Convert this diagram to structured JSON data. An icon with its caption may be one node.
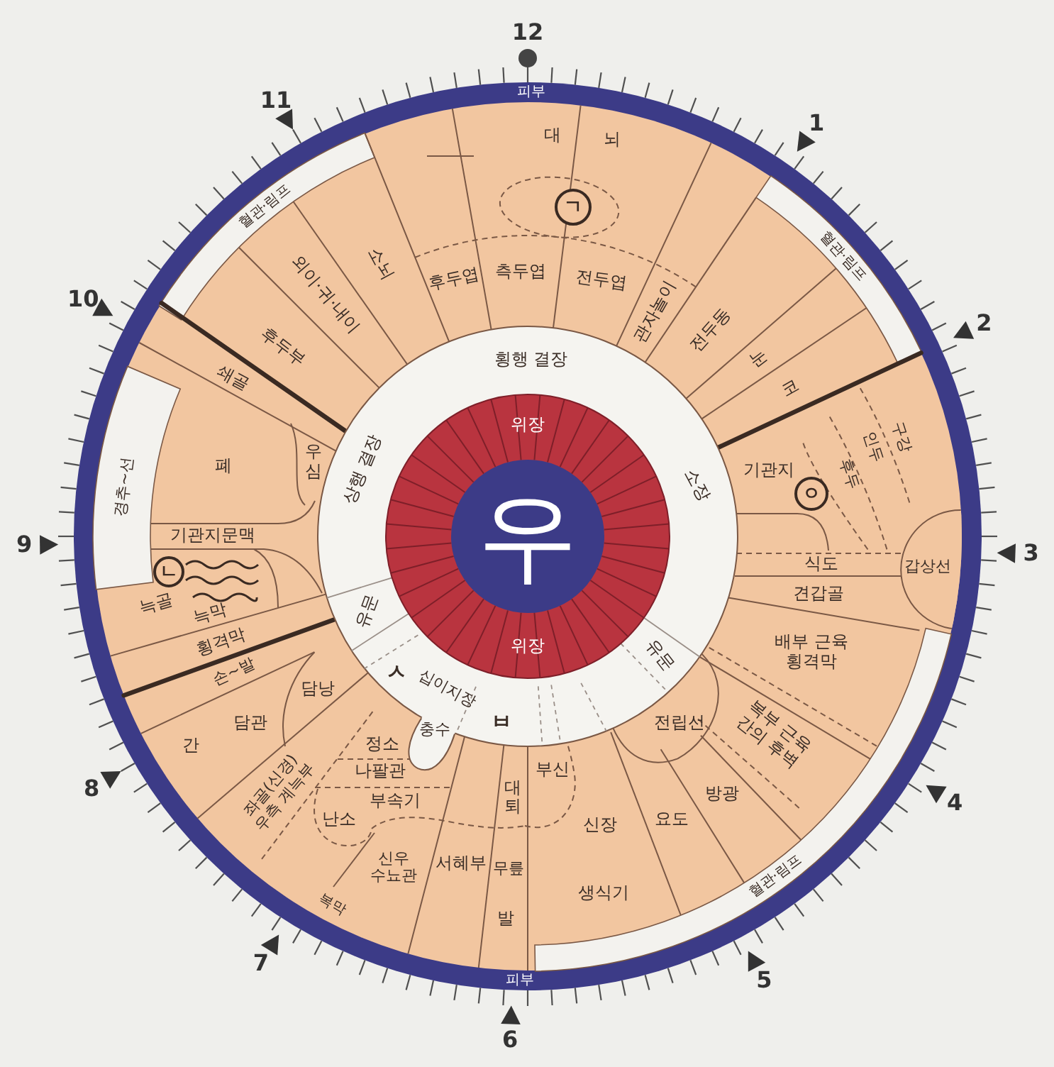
{
  "diagram": {
    "nodes": [
      {
        "text": [
          "ㄱ"
        ]
      },
      {
        "text": [
          "ㅇ"
        ]
      },
      {
        "text": [
          "우"
        ]
      },
      {
        "text": [
          "ㄴ"
        ]
      }
    ],
    "labels": [
      "12",
      "피부",
      "11",
      "대",
      "뇌",
      "1",
      "혈관·림프",
      "후두엽",
      "측두엽",
      "전두엽",
      "소뇌",
      "혈관·림프",
      "외이·귀·내이",
      "10",
      "관자놀이",
      "전두동",
      "후두부",
      "눈",
      "2",
      "횡행 결장",
      "쇄골",
      "코",
      "구강",
      "인두",
      "폐",
      "상행 결장",
      "후두",
      "위장",
      "우심",
      "기관지",
      "소장",
      "경추~선",
      "9",
      "기관지문맥",
      "3",
      "식도",
      "갑상선",
      "견갑골",
      "유문",
      "늑골",
      "늑막",
      "위장",
      "횡격막",
      "배부 근육 횡격막",
      "유문",
      "손~발",
      "ㅅ",
      "십이지장",
      "담낭",
      "ㅂ",
      "전립선",
      "복부 근육 간의 후벽",
      "담관",
      "충수",
      "정소",
      "간",
      "부신",
      "나팔관",
      "8",
      "좌골(신경) 우측 계늑부",
      "4",
      "방광",
      "대퇴",
      "부속기",
      "난소",
      "요도",
      "신장",
      "서혜부",
      "혈관·림프",
      "신우 수뇨관",
      "무릎",
      "생식기",
      "복막",
      "발",
      "7",
      "5",
      "피부",
      "6"
    ]
  }
}
